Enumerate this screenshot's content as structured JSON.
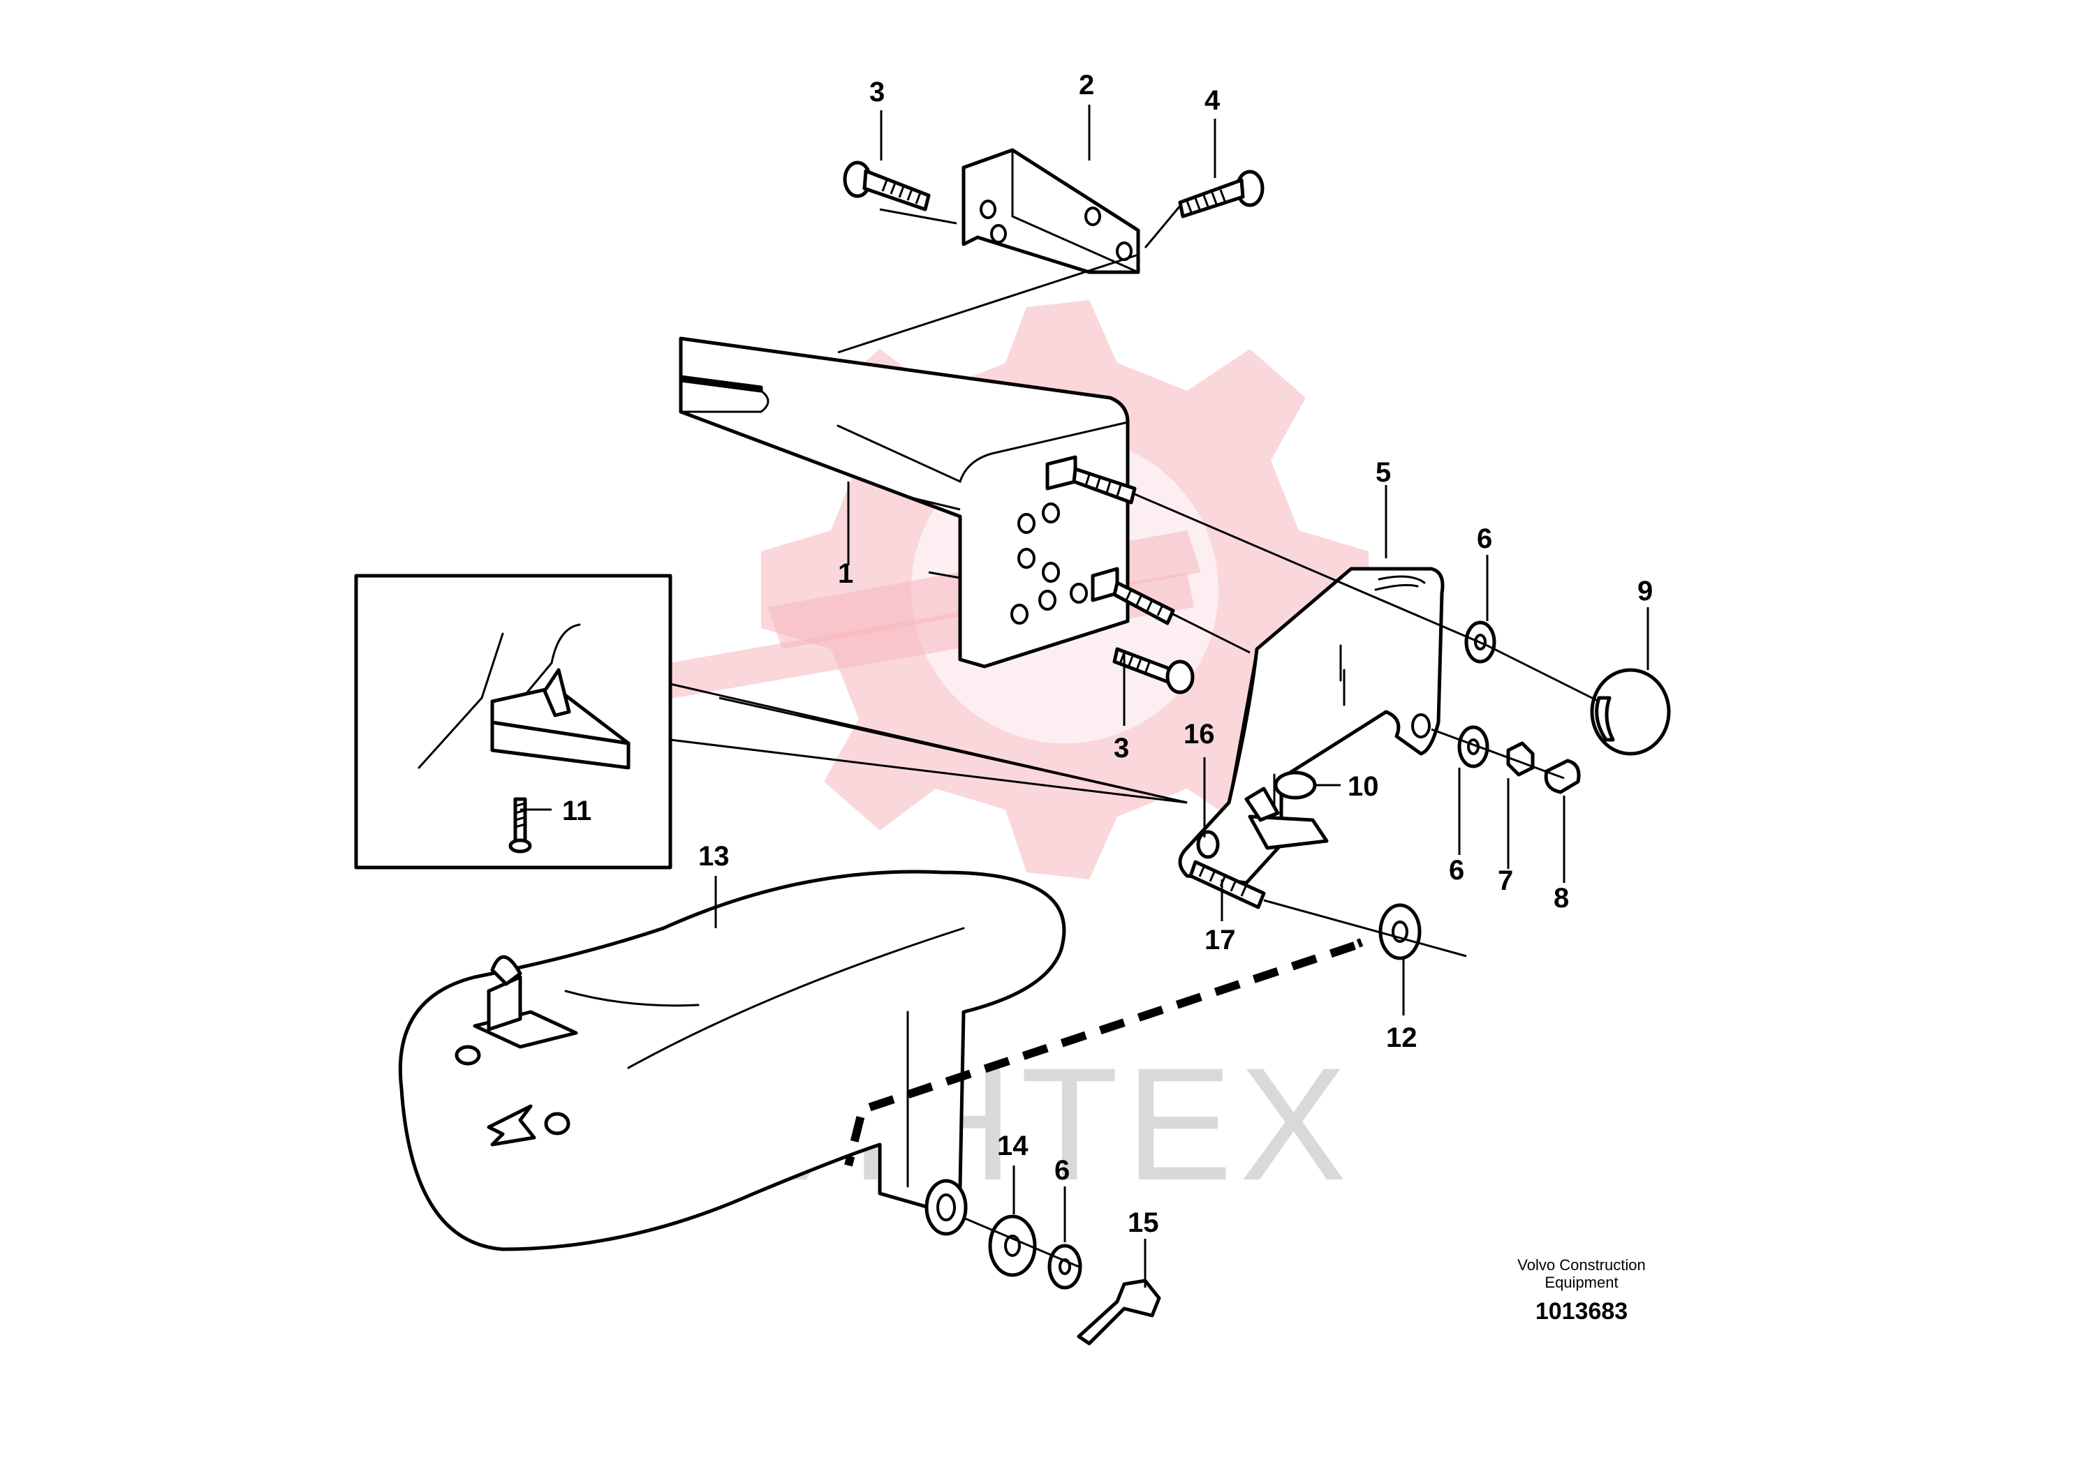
{
  "callouts": {
    "c1": "1",
    "c2": "2",
    "c3a": "3",
    "c3b": "3",
    "c4": "4",
    "c5": "5",
    "c6a": "6",
    "c6b": "6",
    "c6c": "6",
    "c7": "7",
    "c8": "8",
    "c9": "9",
    "c10": "10",
    "c11": "11",
    "c12": "12",
    "c13": "13",
    "c14": "14",
    "c15": "15",
    "c16": "16",
    "c17": "17"
  },
  "footer": {
    "brand_line1": "Volvo Construction",
    "brand_line2": "Equipment",
    "doc_number": "1013683"
  },
  "watermark": {
    "text": "ИНТЕХ",
    "color": "#f6b7bd"
  }
}
